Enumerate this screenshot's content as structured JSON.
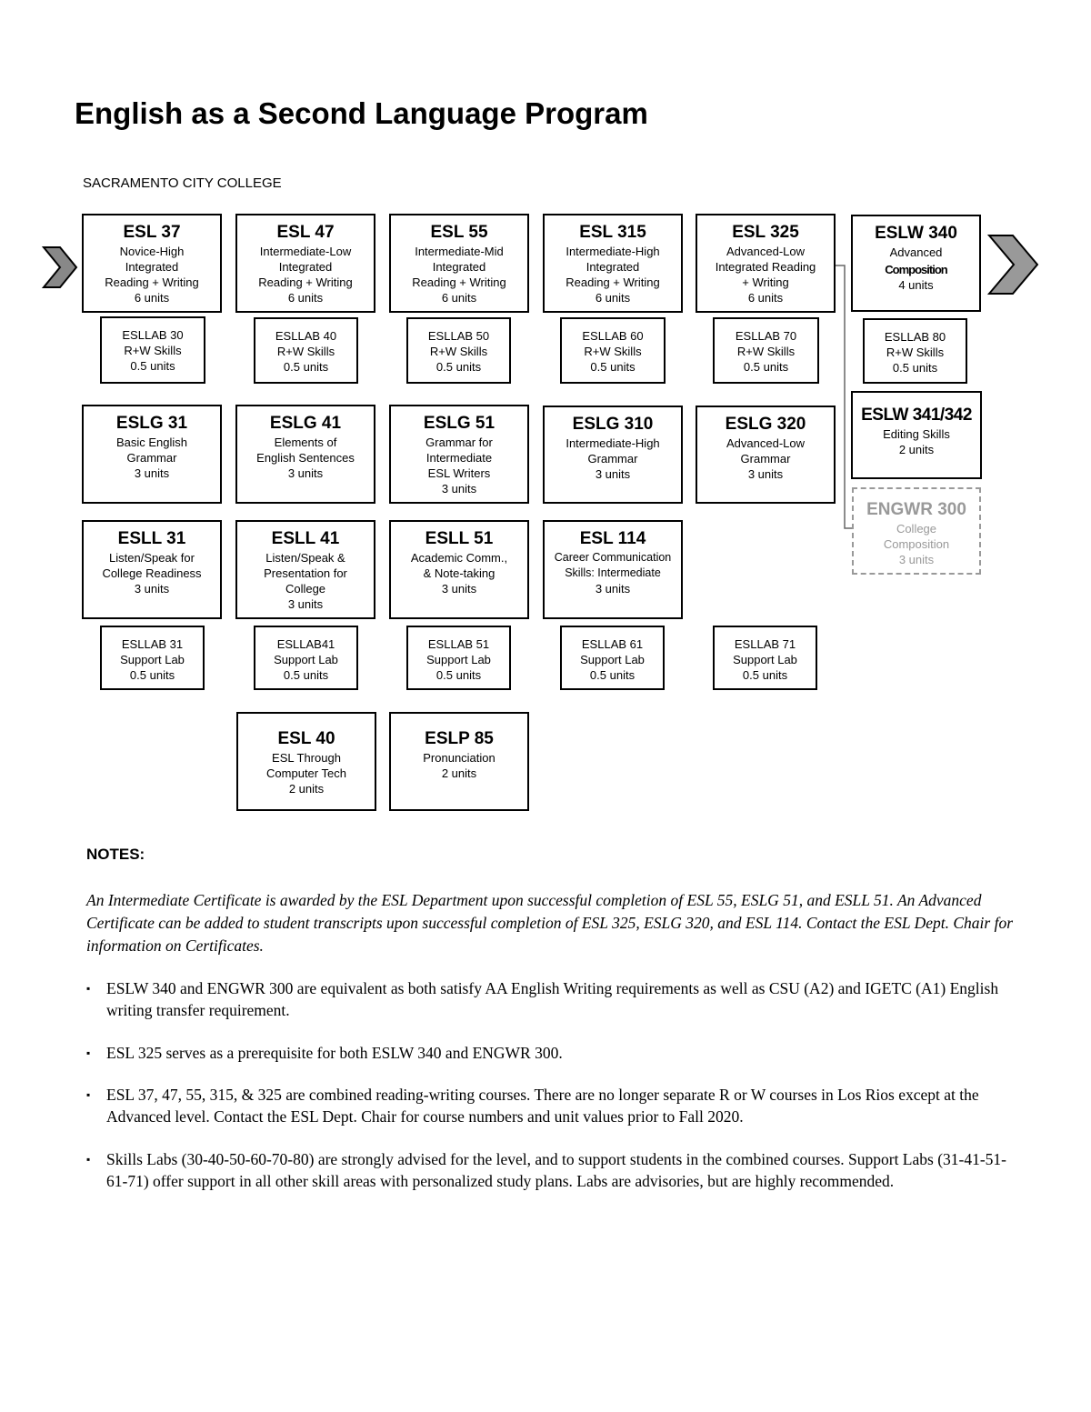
{
  "title": "English as a Second Language Program",
  "college": "SACRAMENTO CITY COLLEGE",
  "courses": {
    "esl37": {
      "code": "ESL 37",
      "desc": "Novice-High\nIntegrated\nReading + Writing",
      "units": "6 units"
    },
    "esl47": {
      "code": "ESL 47",
      "desc": "Intermediate-Low\nIntegrated\nReading + Writing",
      "units": "6 units"
    },
    "esl55": {
      "code": "ESL 55",
      "desc": "Intermediate-Mid\nIntegrated\nReading + Writing",
      "units": "6 units"
    },
    "esl315": {
      "code": "ESL 315",
      "desc": "Intermediate-High\nIntegrated\nReading + Writing",
      "units": "6 units"
    },
    "esl325": {
      "code": "ESL 325",
      "desc": "Advanced-Low\nIntegrated Reading\n+ Writing",
      "units": "6 units"
    },
    "eslw340": {
      "code": "ESLW 340",
      "desc": "Advanced",
      "desc_bold": "Composition",
      "units": "4 units"
    },
    "esllab30": {
      "line1": "ESLLAB 30",
      "line2": "R+W Skills",
      "line3": "0.5 units"
    },
    "esllab40": {
      "line1": "ESLLAB 40",
      "line2": "R+W Skills",
      "line3": "0.5 units"
    },
    "esllab50": {
      "line1": "ESLLAB 50",
      "line2": "R+W Skills",
      "line3": "0.5 units"
    },
    "esllab60": {
      "line1": "ESLLAB 60",
      "line2": "R+W Skills",
      "line3": "0.5 units"
    },
    "esllab70": {
      "line1": "ESLLAB 70",
      "line2": "R+W Skills",
      "line3": "0.5 units"
    },
    "esllab80": {
      "line1": "ESLLAB 80",
      "line2": "R+W Skills",
      "line3": "0.5 units"
    },
    "eslg31": {
      "code": "ESLG 31",
      "desc": "Basic English\nGrammar",
      "units": "3 units"
    },
    "eslg41": {
      "code": "ESLG 41",
      "desc": "Elements of\nEnglish Sentences",
      "units": "3 units"
    },
    "eslg51": {
      "code": "ESLG 51",
      "desc": "Grammar for\nIntermediate\nESL Writers",
      "units": "3 units"
    },
    "eslg310": {
      "code": "ESLG 310",
      "desc": "Intermediate-High\nGrammar",
      "units": "3 units"
    },
    "eslg320": {
      "code": "ESLG 320",
      "desc": "Advanced-Low\nGrammar",
      "units": "3 units"
    },
    "eslw341": {
      "code": "ESLW 341/342",
      "desc": "Editing Skills",
      "units": "2 units"
    },
    "engwr300": {
      "code": "ENGWR 300",
      "desc": "College\nComposition",
      "units": "3 units"
    },
    "esll31": {
      "code": "ESLL 31",
      "desc": "Listen/Speak for\nCollege Readiness",
      "units": "3 units"
    },
    "esll41": {
      "code": "ESLL 41",
      "desc": "Listen/Speak &\nPresentation for\nCollege",
      "units": "3 units"
    },
    "esll51": {
      "code": "ESLL 51",
      "desc": "Academic Comm.,\n& Note-taking",
      "units": "3 units"
    },
    "esl114": {
      "code": "ESL 114",
      "desc": "Career Communication\nSkills: Intermediate",
      "units": "3 units"
    },
    "esllab31": {
      "line1": "ESLLAB 31",
      "line2": "Support Lab",
      "line3": "0.5 units"
    },
    "esllab41": {
      "line1": "ESLLAB41",
      "line2": "Support Lab",
      "line3": "0.5 units"
    },
    "esllab51": {
      "line1": "ESLLAB 51",
      "line2": "Support Lab",
      "line3": "0.5 units"
    },
    "esllab61": {
      "line1": "ESLLAB 61",
      "line2": "Support Lab",
      "line3": "0.5 units"
    },
    "esllab71": {
      "line1": "ESLLAB 71",
      "line2": "Support Lab",
      "line3": "0.5 units"
    },
    "esl40": {
      "code": "ESL 40",
      "desc": "ESL Through\nComputer Tech",
      "units": "2 units"
    },
    "eslp85": {
      "code": "ESLP 85",
      "desc": "Pronunciation",
      "units": "2 units"
    }
  },
  "notes": {
    "heading": "NOTES:",
    "italic": "An Intermediate Certificate is awarded by the ESL Department upon successful completion of ESL 55, ESLG 51, and ESLL 51. An Advanced Certificate can be added to student transcripts upon successful completion of ESL 325, ESLG 320, and ESL 114. Contact the ESL Dept. Chair for information on Certificates.",
    "bullets": [
      "ESLW 340 and ENGWR 300 are equivalent as both satisfy AA English Writing requirements as well as CSU (A2) and IGETC (A1) English writing transfer requirement.",
      "ESL 325 serves as a prerequisite for both ESLW 340 and ENGWR 300.",
      "ESL 37, 47, 55, 315, & 325 are combined reading-writing courses. There are no longer separate R or W courses in Los Rios except at the Advanced level. Contact the ESL Dept. Chair for course numbers and unit values prior to Fall 2020.",
      "Skills Labs (30-40-50-60-70-80) are strongly advised for the level, and to support students in the combined courses. Support Labs (31-41-51-61-71) offer support in all other skill areas with personalized study plans. Labs are advisories, but are highly recommended."
    ]
  }
}
